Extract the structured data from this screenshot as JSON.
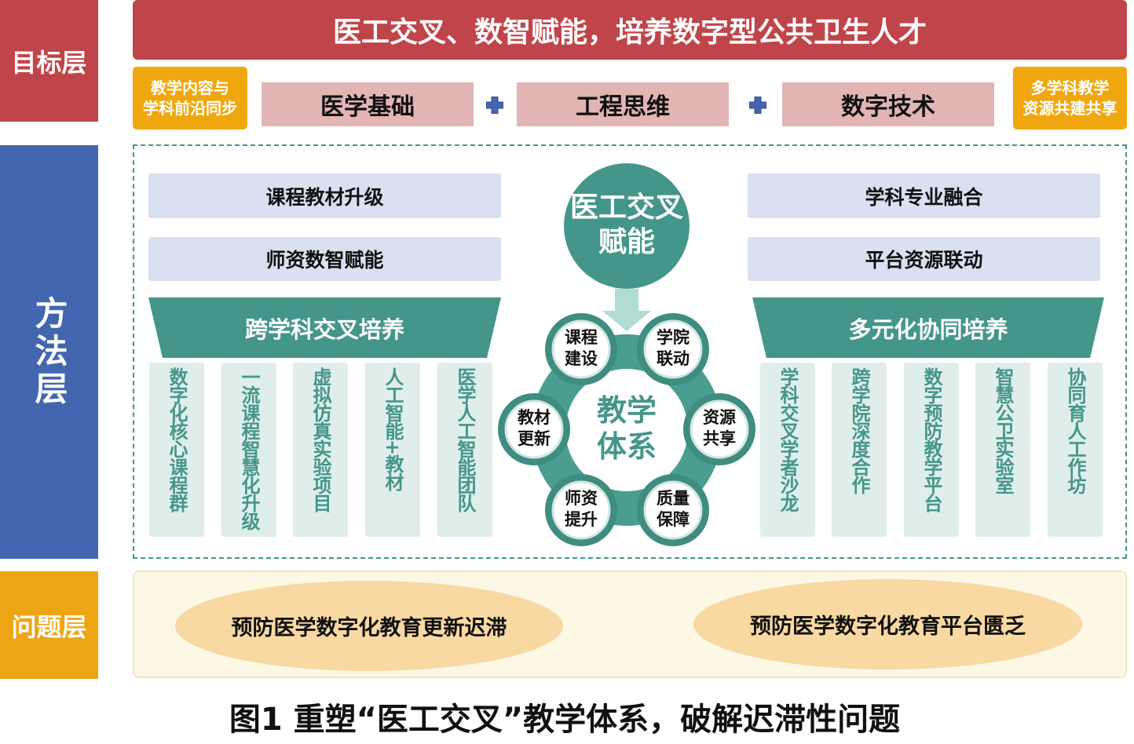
{
  "layers": {
    "goal": "目标层",
    "method": "方法层",
    "problem": "问题层"
  },
  "goal": {
    "title": "医工交叉、数智赋能，培养数字型公共卫生人才",
    "left_note": [
      "教学内容与",
      "学科前沿同步"
    ],
    "right_note": [
      "多学科教学",
      "资源共建共享"
    ],
    "pillars": [
      "医学基础",
      "工程思维",
      "数字技术"
    ]
  },
  "method": {
    "left_pills": [
      "课程教材升级",
      "师资数智赋能"
    ],
    "right_pills": [
      "学科专业融合",
      "平台资源联动"
    ],
    "left_banner": "跨学科交叉培养",
    "right_banner": "多元化协同培养",
    "left_cards": [
      "数字化核心课程群",
      "一流课程智慧化升级",
      "虚拟仿真实验项目",
      "人工智能+教材",
      "医学人工智能团队"
    ],
    "right_cards": [
      "学科交叉学者沙龙",
      "跨学院深度合作",
      "数字预防教学平台",
      "智慧公卫实验室",
      "协同育人工作坊"
    ],
    "hub": [
      "医工交叉",
      "赋能"
    ],
    "center": [
      "教学",
      "体系"
    ],
    "wheel": [
      [
        "课程",
        "建设"
      ],
      [
        "学院",
        "联动"
      ],
      [
        "教材",
        "更新"
      ],
      [
        "资源",
        "共享"
      ],
      [
        "师资",
        "提升"
      ],
      [
        "质量",
        "保障"
      ]
    ]
  },
  "problems": [
    "预防医学数字化教育更新迟滞",
    "预防医学数字化教育平台匮乏"
  ],
  "caption": "图1 重塑“医工交叉”教学体系，破解迟滞性问题",
  "colors": {
    "red": "#c0454a",
    "blue": "#4466b0",
    "orange": "#f0a70f",
    "teal": "#45968a",
    "pink": "#e3b4b4"
  }
}
